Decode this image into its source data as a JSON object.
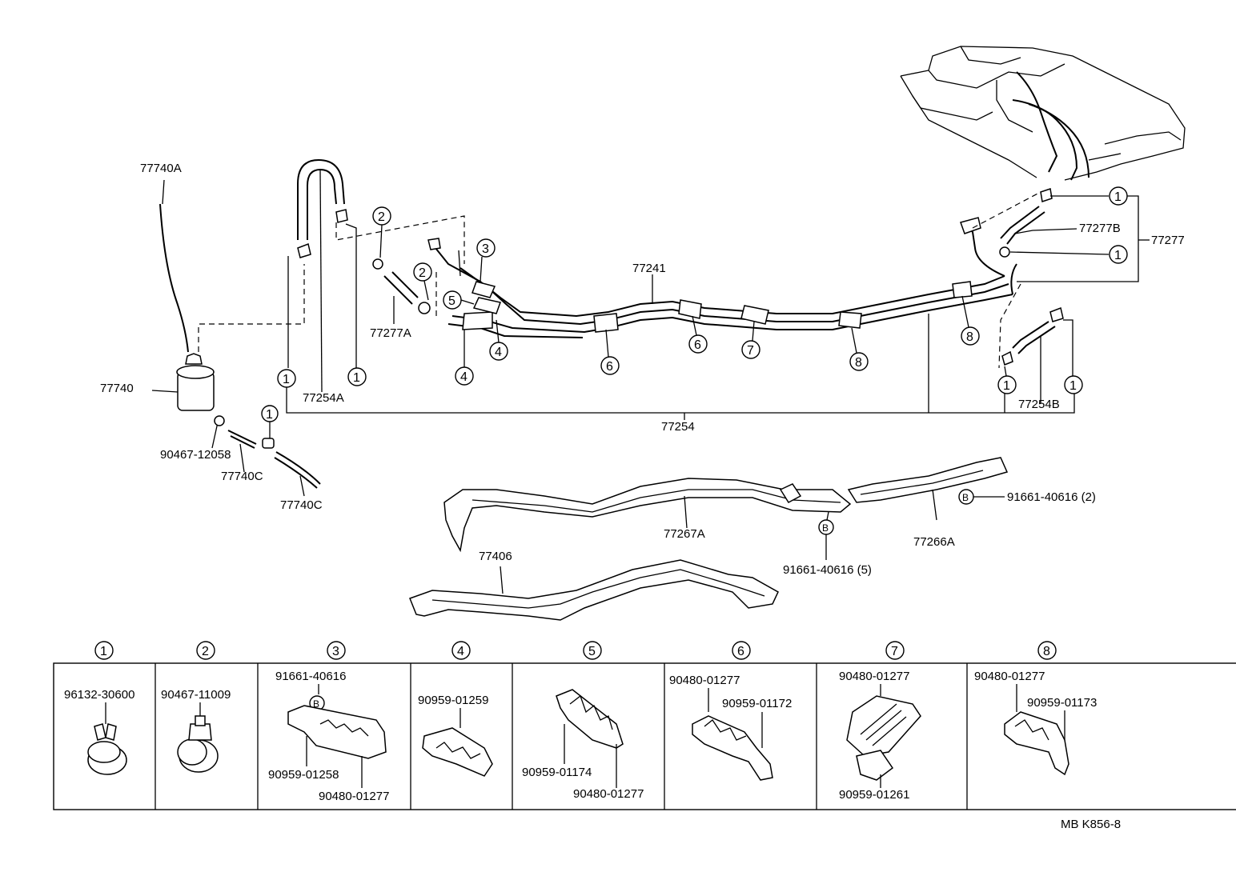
{
  "part_labels": {
    "canister_hose": "77740A",
    "canister": "77740",
    "canister_clamp": "90467-12058",
    "canister_hose_1": "77740C",
    "canister_hose_2": "77740C",
    "hose_77254A": "77254A",
    "hose_77277A": "77277A",
    "tube_77241": "77241",
    "tube_77254": "77254",
    "hose_77277B": "77277B",
    "hose_77277": "77277",
    "hose_77254B": "77254B",
    "protector_77267A": "77267A",
    "protector_77266A": "77266A",
    "protector_77406": "77406",
    "bolt_5": "91661-40616 (5)",
    "bolt_2": "91661-40616 (2)",
    "bolt_marker": "B",
    "footer_code": "MB K856-8"
  },
  "callouts": {
    "c1": "1",
    "c2": "2",
    "c3": "3",
    "c4": "4",
    "c5": "5",
    "c6": "6",
    "c7": "7",
    "c8": "8"
  },
  "detail_panels": [
    {
      "number": "1",
      "labels": [
        "96132-30600"
      ]
    },
    {
      "number": "2",
      "labels": [
        "90467-11009"
      ]
    },
    {
      "number": "3",
      "labels": [
        "91661-40616",
        "B",
        "90959-01258",
        "90480-01277"
      ]
    },
    {
      "number": "4",
      "labels": [
        "90959-01259"
      ]
    },
    {
      "number": "5",
      "labels": [
        "90959-01174",
        "90480-01277"
      ]
    },
    {
      "number": "6",
      "labels": [
        "90480-01277",
        "90959-01172"
      ]
    },
    {
      "number": "7",
      "labels": [
        "90480-01277",
        "90959-01261"
      ]
    },
    {
      "number": "8",
      "labels": [
        "90480-01277",
        "90959-01173"
      ]
    }
  ]
}
